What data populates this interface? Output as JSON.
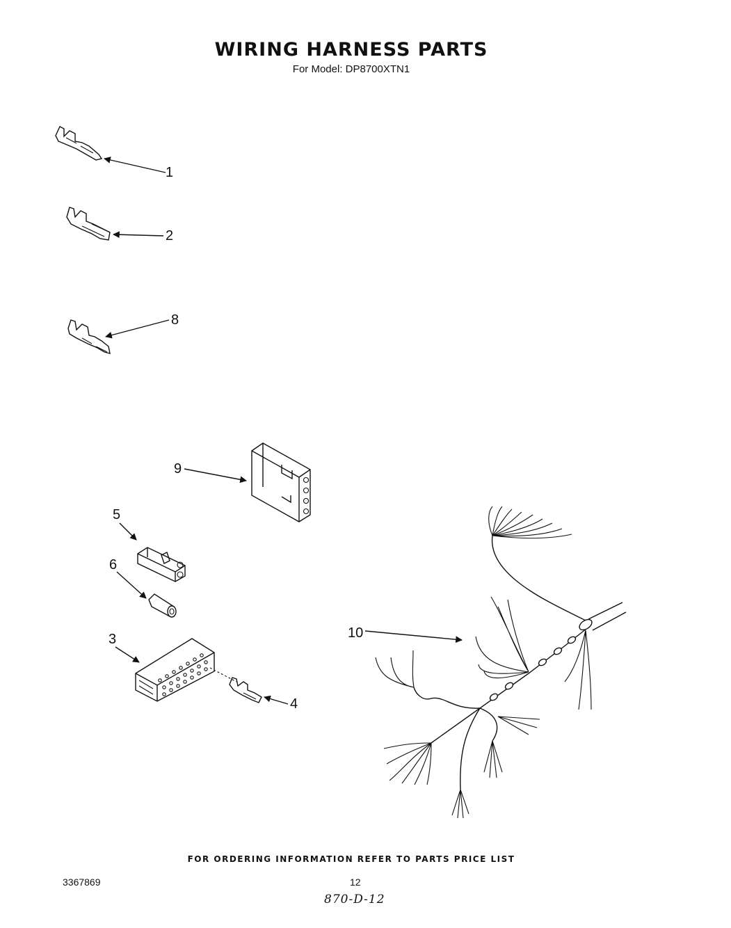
{
  "header": {
    "title": "WIRING HARNESS PARTS",
    "subtitle": "For Model: DP8700XTN1"
  },
  "callouts": {
    "c1": "1",
    "c2": "2",
    "c3": "3",
    "c4": "4",
    "c5": "5",
    "c6": "6",
    "c8": "8",
    "c9": "9",
    "c10": "10"
  },
  "footer": {
    "ordering_note": "FOR ORDERING INFORMATION REFER TO PARTS PRICE LIST",
    "doc_number": "3367869",
    "page_number": "12",
    "handwritten_code": "870-D-12"
  }
}
